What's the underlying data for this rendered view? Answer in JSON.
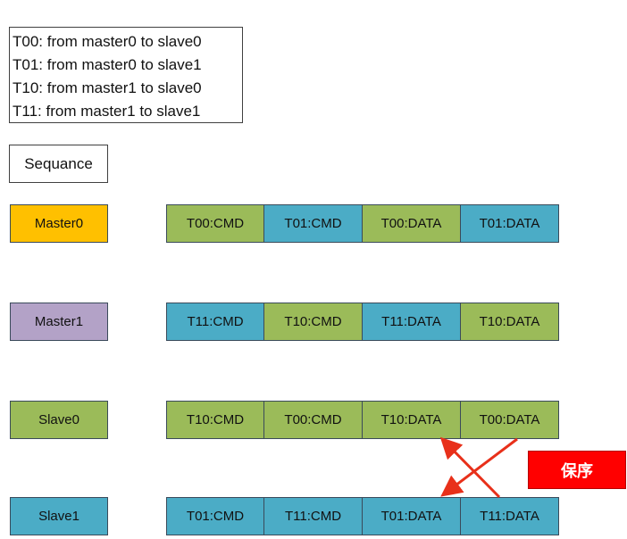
{
  "legend": [
    "T00: from master0 to slave0",
    "T01: from master0 to slave1",
    "T10: from master1 to slave0",
    "T11: from master1 to slave1"
  ],
  "sequence_label": "Sequance",
  "colors": {
    "master0": "#ffc000",
    "master1": "#b3a2c7",
    "green": "#9bbb59",
    "blue": "#4bacc6",
    "arrow": "#e8301a"
  },
  "rows": [
    {
      "agent": "Master0",
      "agent_color": "master0",
      "cells": [
        {
          "label": "T00:CMD",
          "color": "green"
        },
        {
          "label": "T01:CMD",
          "color": "blue"
        },
        {
          "label": "T00:DATA",
          "color": "green"
        },
        {
          "label": "T01:DATA",
          "color": "blue"
        }
      ]
    },
    {
      "agent": "Master1",
      "agent_color": "master1",
      "cells": [
        {
          "label": "T11:CMD",
          "color": "blue"
        },
        {
          "label": "T10:CMD",
          "color": "green"
        },
        {
          "label": "T11:DATA",
          "color": "blue"
        },
        {
          "label": "T10:DATA",
          "color": "green"
        }
      ]
    },
    {
      "agent": "Slave0",
      "agent_color": "green",
      "cells": [
        {
          "label": "T10:CMD",
          "color": "green"
        },
        {
          "label": "T00:CMD",
          "color": "green"
        },
        {
          "label": "T10:DATA",
          "color": "green"
        },
        {
          "label": "T00:DATA",
          "color": "green"
        }
      ]
    },
    {
      "agent": "Slave1",
      "agent_color": "blue",
      "cells": [
        {
          "label": "T01:CMD",
          "color": "blue"
        },
        {
          "label": "T11:CMD",
          "color": "blue"
        },
        {
          "label": "T01:DATA",
          "color": "blue"
        },
        {
          "label": "T11:DATA",
          "color": "blue"
        }
      ]
    }
  ],
  "order_tag": "保序"
}
